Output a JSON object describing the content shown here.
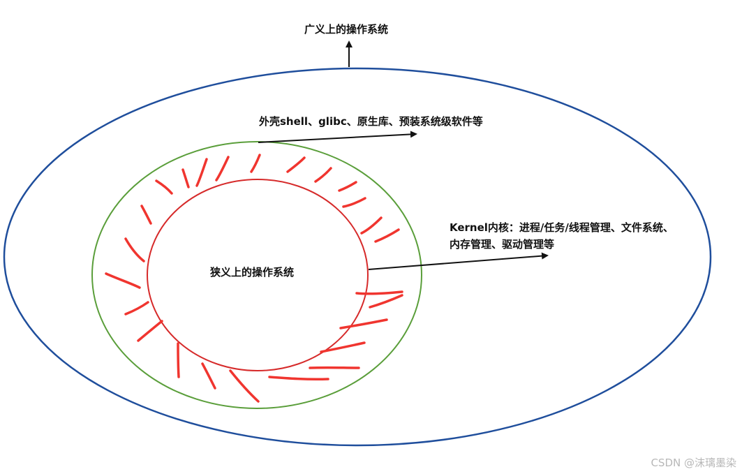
{
  "labels": {
    "broad_os": "广义上的操作系统",
    "shell_layer": "外壳shell、glibc、原生库、预装系统级软件等",
    "kernel_line1": "Kernel内核：进程/任务/线程管理、文件系统、",
    "kernel_line2": "内存管理、驱动管理等",
    "narrow_os": "狭义上的操作系统"
  },
  "watermark": "CSDN @沫璃墨染",
  "colors": {
    "outer_ellipse": "#1f4e9c",
    "shell_ring": "#5a9e3a",
    "kernel_ring": "#d62a2a",
    "scribbles": "#f0352f",
    "arrows": "#111111",
    "text": "#111111",
    "watermark": "#b8b8b8"
  }
}
